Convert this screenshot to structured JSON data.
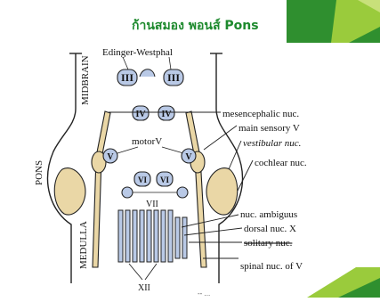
{
  "title": "ก้านสมอง พอนส์ Pons",
  "colors": {
    "green_dark": "#2f8f2f",
    "green_light": "#9acb3c",
    "nucleus_fill": "#b9c9e6",
    "nucleus_stroke": "#222222",
    "tan_fill": "#ead7a6",
    "title_green": "#1e8a2e"
  },
  "diagram": {
    "top_label": "Edinger-Westphal",
    "regions": [
      "MIDBRAIN",
      "PONS",
      "MEDULLA"
    ],
    "nuclei": {
      "oculomotor": "III",
      "trochlear": "IV",
      "trigeminal_motor": "V",
      "abducens": "VI",
      "facial": "VII",
      "hypoglossal": "XII"
    },
    "motor_label": "motorV",
    "right_labels": [
      "mesencephalic nuc.",
      "main sensory V",
      "vestibular nuc.",
      "cochlear nuc.",
      "nuc. ambiguus",
      "dorsal nuc. X",
      "solitary nuc.",
      "spinal nuc. of V"
    ],
    "footer_text": "-- ..."
  }
}
